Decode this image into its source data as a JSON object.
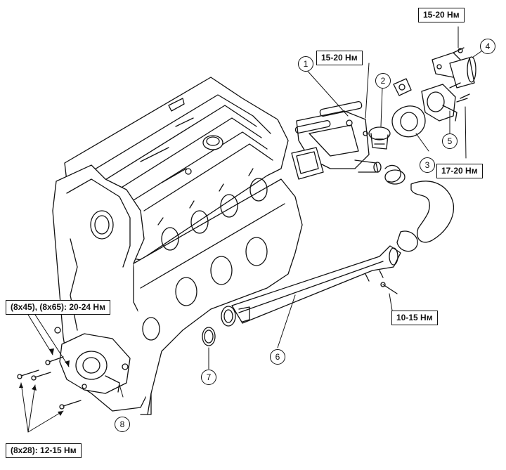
{
  "torque_labels": {
    "top_right": "15-20 Нм",
    "thermostat": "15-20 Нм",
    "housing": "17-20 Нм",
    "pipe_bolt": "10-15 Нм",
    "pump_upper": "(8x45), (8x65): 20-24 Нм",
    "pump_lower": "(8x28): 12-15 Нм"
  },
  "callouts": [
    "1",
    "2",
    "3",
    "4",
    "5",
    "6",
    "7",
    "8"
  ],
  "colors": {
    "line": "#111111",
    "background": "#ffffff"
  }
}
